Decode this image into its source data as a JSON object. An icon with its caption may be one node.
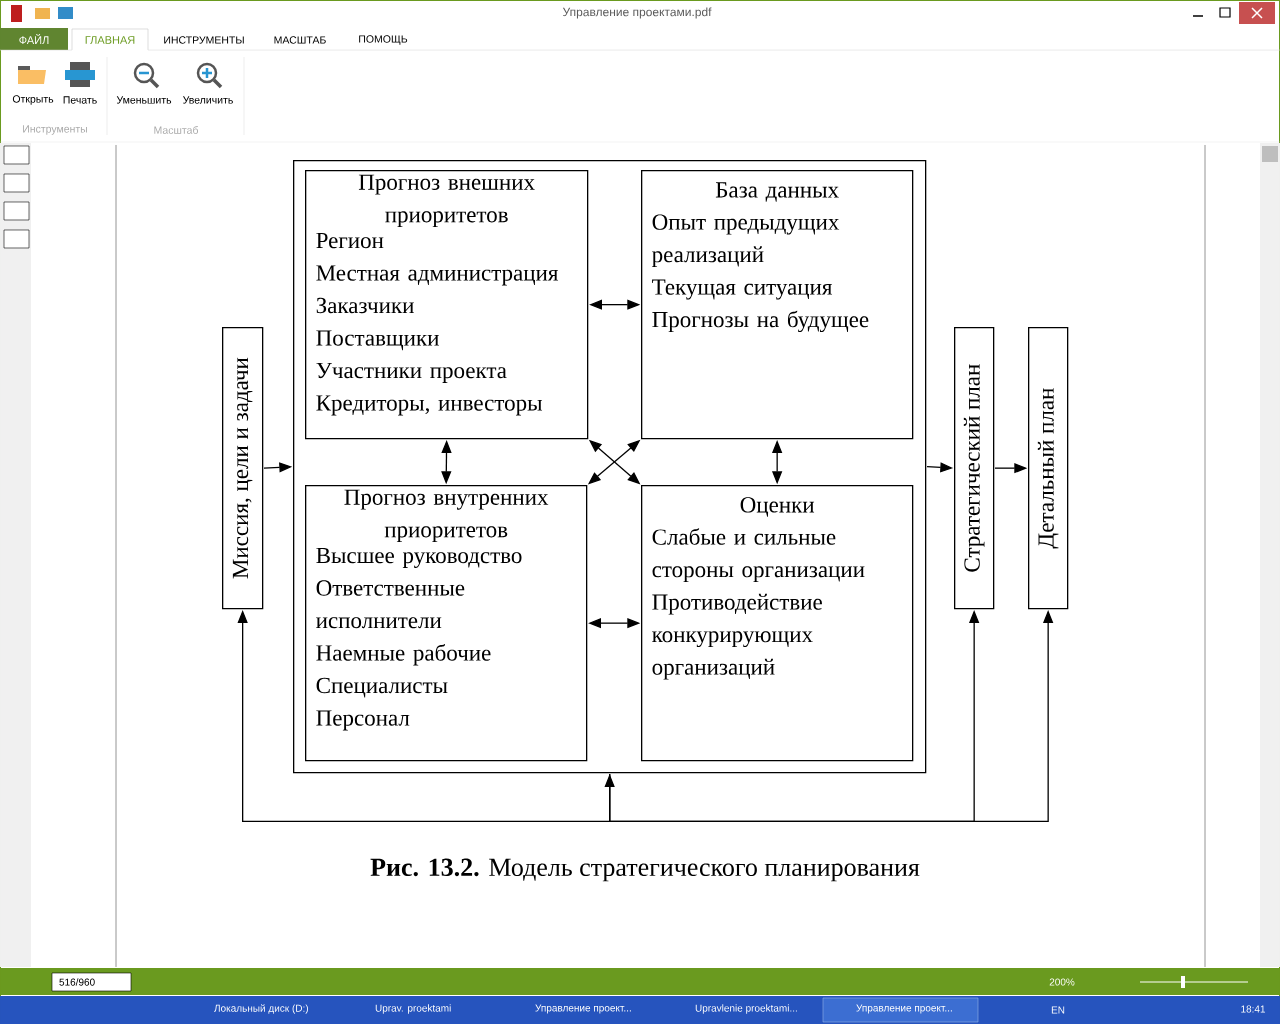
{
  "diagram": {
    "caption": "**Рис. 13.2.** Модель стратегического планирования",
    "nodes": [
      {
        "text": [
          "Миссия, цели и задачи"
        ]
      },
      {
        "text": [],
        "shape": "box"
      },
      {
        "text": [
          "Прогноз внешних приоритетов",
          "Регион",
          "Местная администрация",
          "Заказчики",
          "Поставщики",
          "Участники проекта",
          "Кредиторы, инвесторы"
        ],
        "in": 1
      },
      {
        "text": [
          "База данных",
          "Опыт предыдущих реализаций",
          "Текущая ситуация",
          "Прогнозы на будущее"
        ],
        "in": 1
      },
      {
        "text": [
          "Прогноз внутренних приоритетов",
          "Высшее руководство",
          "Ответственные исполнители",
          "Наемные рабочие",
          "Специалисты",
          "Персонал"
        ],
        "in": 1
      },
      {
        "text": [
          "Оценки",
          "Слабые и сильные стороны организации",
          "Противодействие конкурирующих организаций"
        ],
        "in": 1
      },
      {
        "text": [
          "Стратегический план"
        ]
      },
      {
        "text": [
          "Детальный план"
        ]
      }
    ],
    "edges": [
      {
        "from": 0,
        "to": 1,
        "arrow": "to"
      },
      {
        "from": 2,
        "to": 3,
        "arrow": "both"
      },
      {
        "from": 2,
        "to": 4,
        "arrow": "both"
      },
      {
        "from": 3,
        "to": 5,
        "arrow": "both"
      },
      {
        "from": 2,
        "to": 5,
        "arrow": "both"
      },
      {
        "from": 3,
        "to": 4,
        "arrow": "both"
      },
      {
        "from": 4,
        "to": 5,
        "arrow": "both"
      },
      {
        "from": 1,
        "to": 6,
        "arrow": "to"
      },
      {
        "from": 6,
        "to": 7,
        "arrow": "to"
      },
      {
        "from": 1,
        "to": 0,
        "arrow": "both"
      },
      {
        "from": 1,
        "to": 6,
        "arrow": "to"
      },
      {
        "from": 1,
        "to": 7,
        "arrow": "to"
      }
    ],
    "labels": [
      "Управление проектами.pdf",
      "ФАЙЛ",
      "ГЛАВНАЯ",
      "ИНСТРУМЕНТЫ",
      "МАСШТАБ",
      "ПОМОЩЬ",
      "Открыть",
      "Печать",
      "Уменьшить",
      "Увеличить",
      "Инструменты",
      "Масштаб",
      "516/960",
      "200%",
      "Локальный диск (D:)",
      "Uprav. proektami",
      "Управление проект...",
      "Upravlenie proektami...",
      "Управление проект...",
      "EN",
      "18:41"
    ]
  }
}
